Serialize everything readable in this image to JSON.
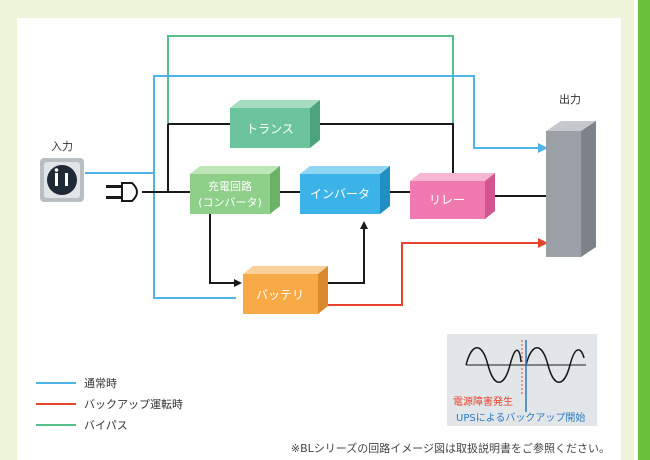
{
  "input_label": "入力",
  "output_label": "出力",
  "blocks": {
    "transformer": "トランス",
    "charger_line1": "充電回路",
    "charger_line2": "(コンバータ)",
    "inverter": "インバータ",
    "relay": "リレー",
    "battery": "バッテリ"
  },
  "legend": [
    {
      "label": "通常時",
      "color": "#4fb3e8"
    },
    {
      "label": "バックアップ運転時",
      "color": "#e8432f"
    },
    {
      "label": "バイパス",
      "color": "#55c08a"
    }
  ],
  "inset": {
    "line1": "電源障害発生",
    "line2": "UPSによるバックアップ開始",
    "line1_color": "#e8432f",
    "line2_color": "#2b79c2"
  },
  "footnote": "※BLシリーズの回路イメージ図は取扱説明書をご参照ください。",
  "colors": {
    "normal": "#4fb3e8",
    "backup": "#e8432f",
    "bypass": "#55c08a",
    "wire": "#1a1a1a",
    "transformer": "#6cc49c",
    "charger": "#8ed08a",
    "inverter": "#3bb3e8",
    "relay": "#f07ab0",
    "battery": "#f7a945",
    "output_box": "#9aa0a6"
  }
}
